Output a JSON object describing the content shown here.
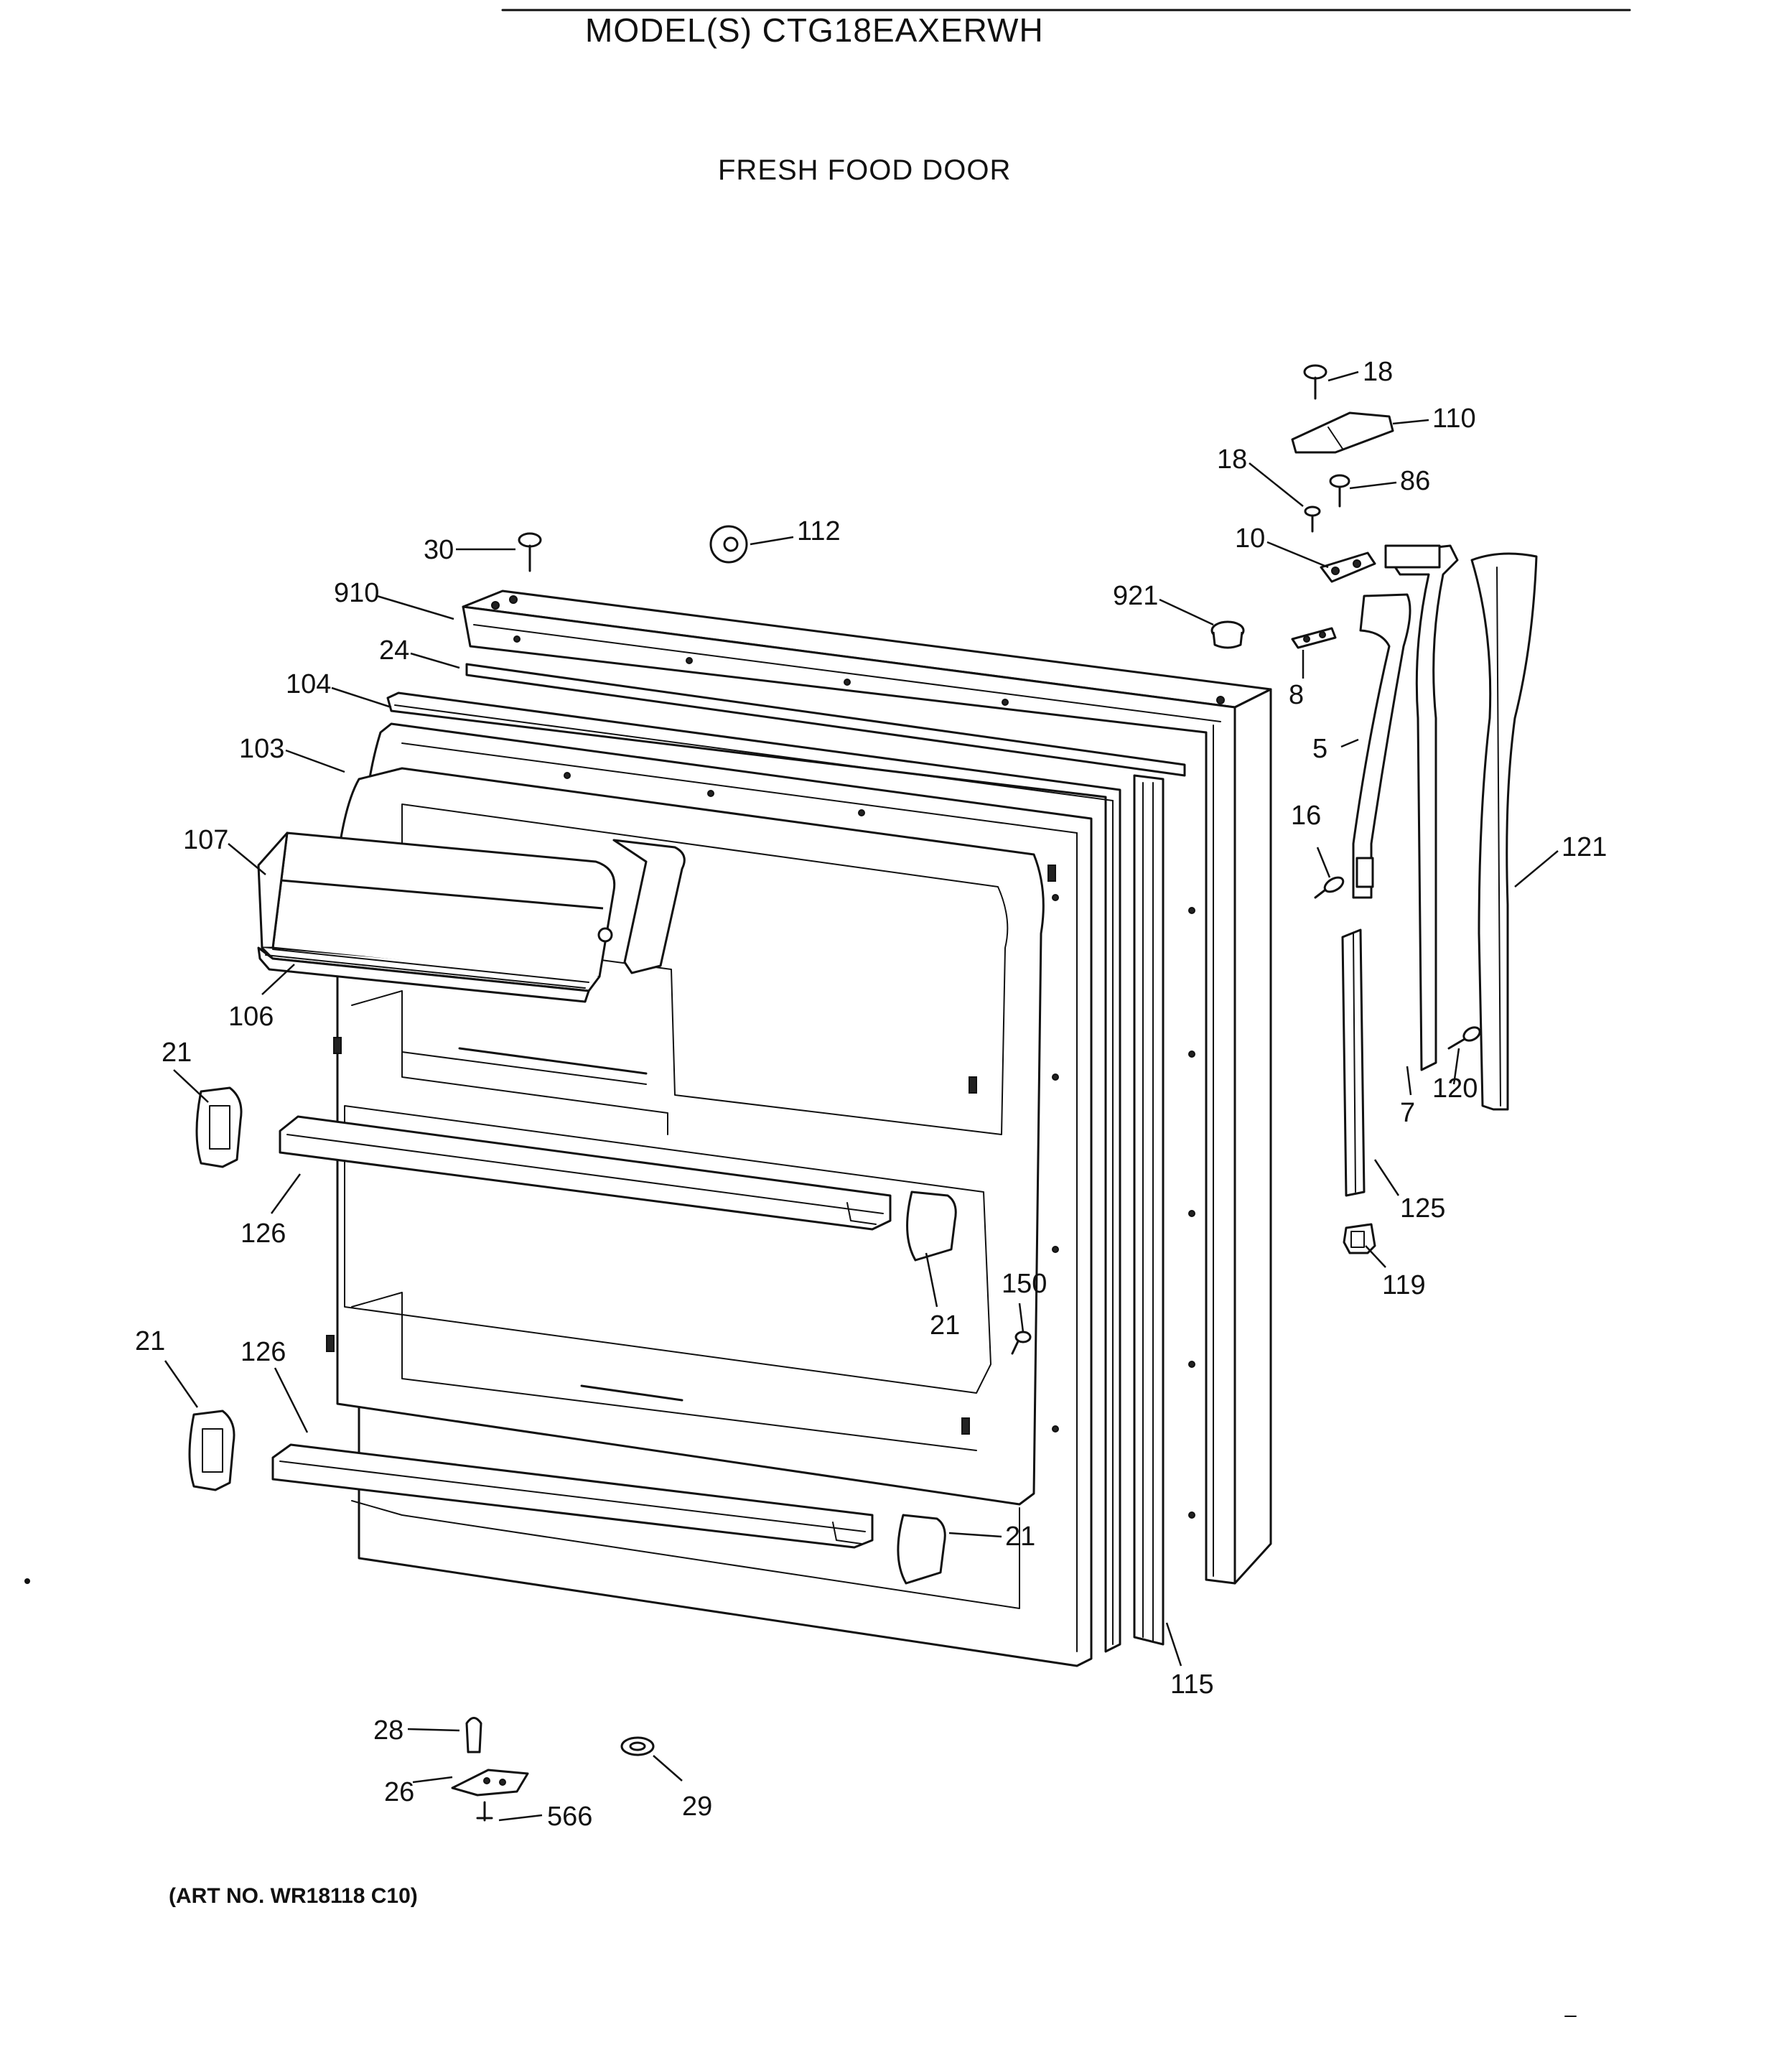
{
  "header": {
    "model_title": "MODEL(S) CTG18EAXERWH",
    "section_title": "FRESH FOOD DOOR"
  },
  "footer": {
    "art_number": "(ART NO. WR18118 C10)"
  },
  "callouts": {
    "p18a": "18",
    "p110": "110",
    "p18b": "18",
    "p86": "86",
    "p10": "10",
    "p30": "30",
    "p112": "112",
    "p921": "921",
    "p910": "910",
    "p8": "8",
    "p24": "24",
    "p104": "104",
    "p5": "5",
    "p103": "103",
    "p16": "16",
    "p107": "107",
    "p121": "121",
    "p106": "106",
    "p21a": "21",
    "p120": "120",
    "p7": "7",
    "p126a": "126",
    "p125": "125",
    "p21b": "21",
    "p150": "150",
    "p119": "119",
    "p21c": "21",
    "p126b": "126",
    "p21d": "21",
    "p115": "115",
    "p28": "28",
    "p26": "26",
    "p566": "566",
    "p29": "29"
  }
}
